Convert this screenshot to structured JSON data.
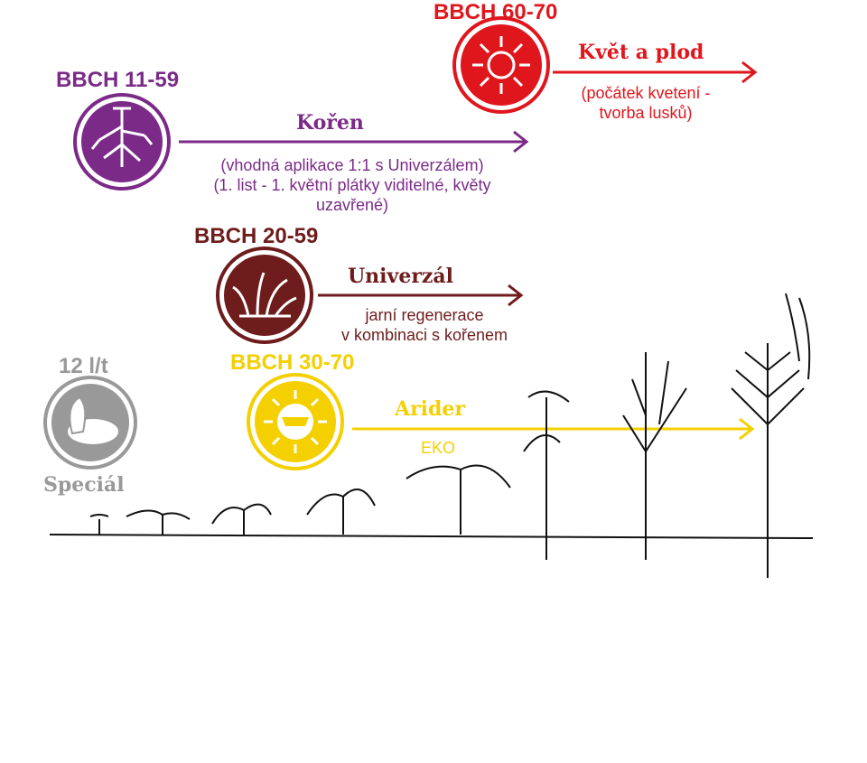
{
  "colors": {
    "koren": "#7b2a88",
    "univerzal": "#6e1c1c",
    "kvet": "#e0161d",
    "arider": "#f4d000",
    "special": "#999999"
  },
  "kvet": {
    "bbch": "BBCH 60-70",
    "title": "Květ a plod",
    "desc": [
      "(počátek kvetení -",
      "tvorba lusků)"
    ],
    "icon": "flower-icon"
  },
  "koren": {
    "bbch": "BBCH 11-59",
    "title": "Kořen",
    "desc": [
      "(vhodná aplikace 1:1 s Univerzálem)",
      "(1. list - 1. květní plátky viditelné, květy",
      "uzavřené)"
    ],
    "icon": "root-icon"
  },
  "univerzal": {
    "bbch": "BBCH 20-59",
    "title": "Univerzál",
    "desc": [
      "jarní regenerace",
      "v kombinaci s kořenem"
    ],
    "icon": "grass-icon"
  },
  "arider": {
    "bbch": "BBCH 30-70",
    "title": "Arider",
    "desc": "EKO",
    "icon": "sun-icon"
  },
  "special": {
    "dose": "12 l/t",
    "title": "Speciál",
    "icon": "seed-icon"
  }
}
